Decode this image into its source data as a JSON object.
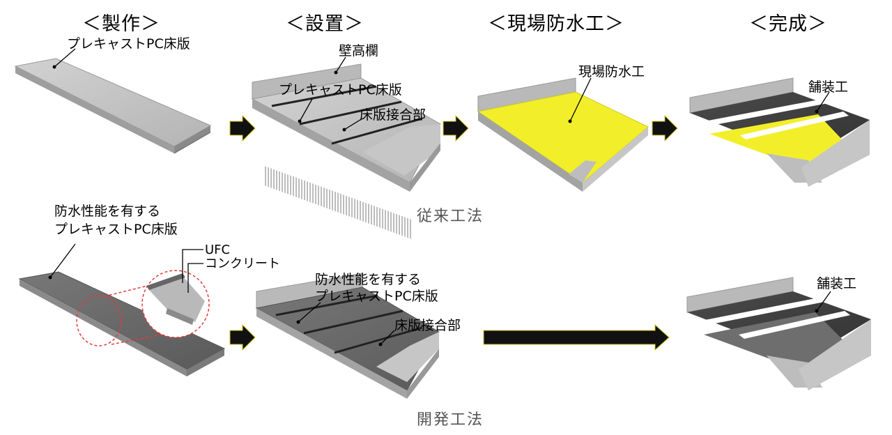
{
  "stages": {
    "manufacture": "＜製作＞",
    "install": "＜設置＞",
    "waterproof": "＜現場防水工＞",
    "complete": "＜完成＞"
  },
  "conventional": {
    "caption": "従来工法",
    "labels": {
      "precast_slab": "プレキャストPC床版",
      "wall_rail": "壁高欄",
      "precast_slab_2": "プレキャストPC床版",
      "joint": "床版接合部",
      "site_waterproof": "現場防水工",
      "paving": "舗装工"
    }
  },
  "developed": {
    "caption": "開発工法",
    "labels": {
      "slab_line1": "防水性能を有する",
      "slab_line2": "プレキャストPC床版",
      "ufc": "UFC",
      "concrete": "コンクリート",
      "slab2_line1": "防水性能を有する",
      "slab2_line2": "プレキャストPC床版",
      "joint": "床版接合部",
      "paving": "舗装工"
    }
  },
  "colors": {
    "concrete": "#c4c4c4",
    "dark_slab": "#6a6a6a",
    "waterproof": "#f2ef2a",
    "asphalt": "#404040",
    "arrow": "#111111"
  }
}
